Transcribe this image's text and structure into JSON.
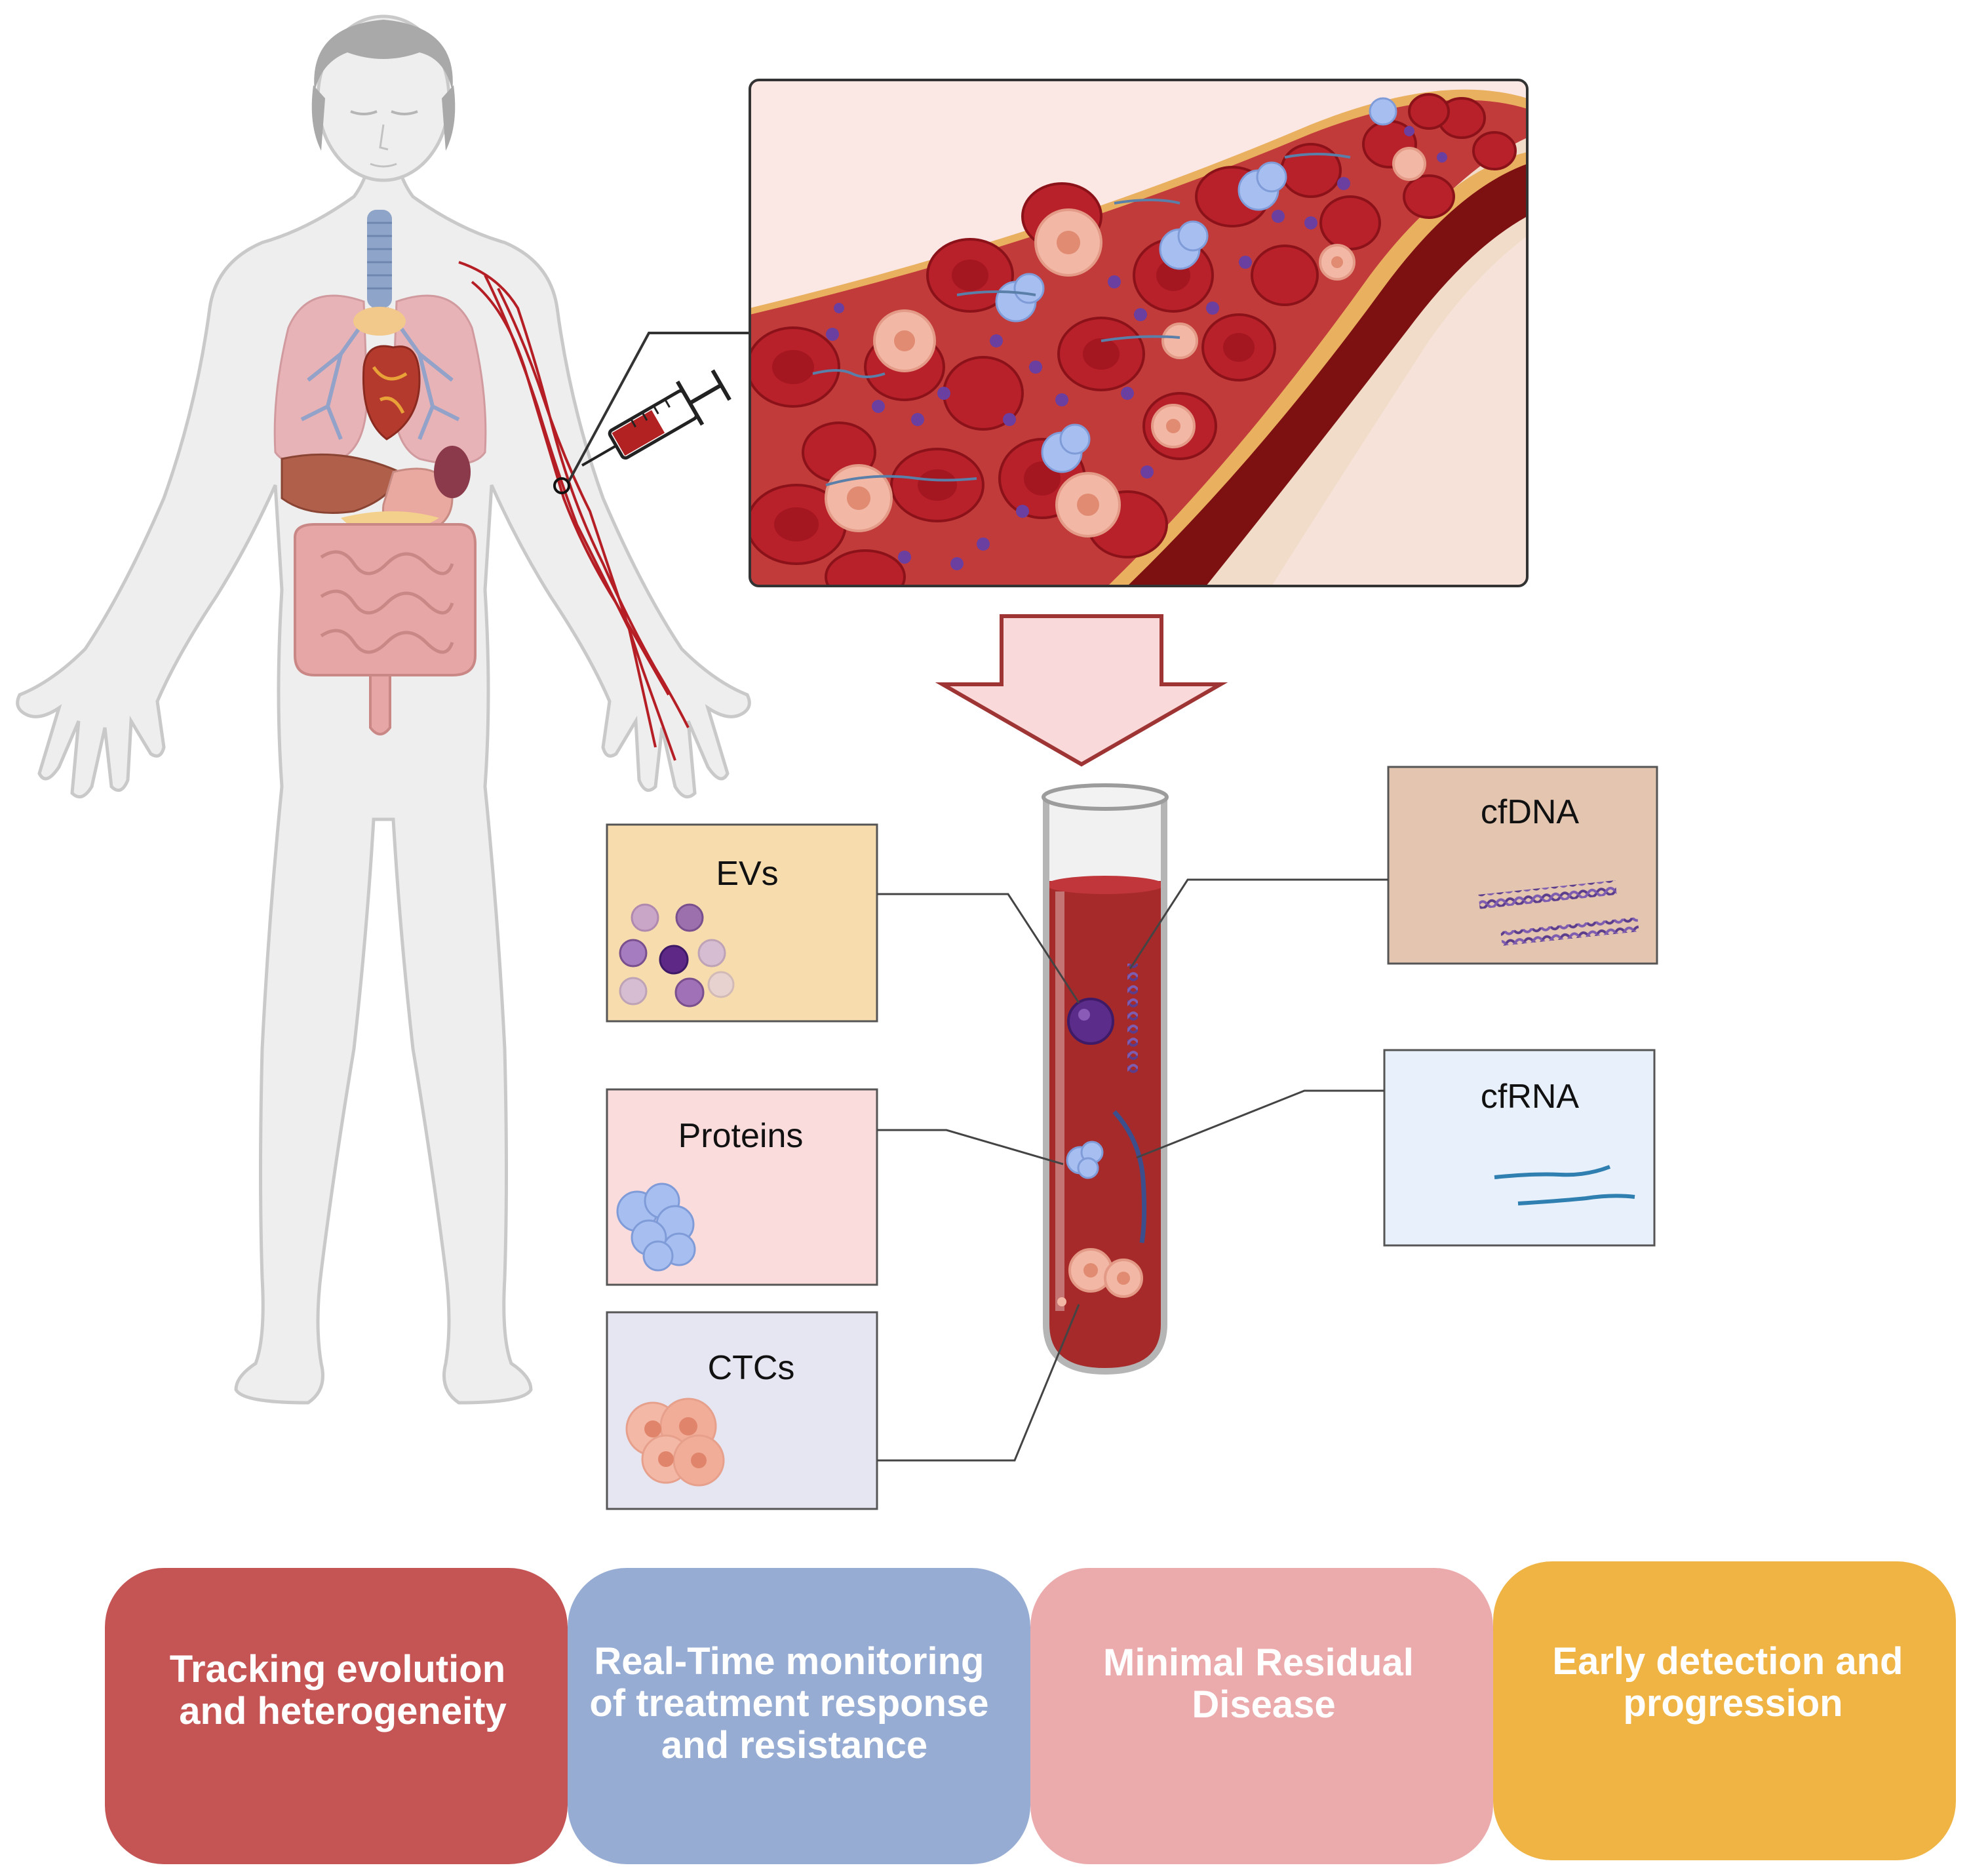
{
  "colors": {
    "tile_tracking": "#c55555",
    "tile_monitoring": "#97acd3",
    "tile_mrd": "#ebabad",
    "tile_early": "#efb443",
    "evs_box": "#f7dcae",
    "proteins_box": "#fadcdc",
    "ctcs_box": "#e6e6f3",
    "cfdna_box": "#e3c5b0",
    "cfrna_box": "#e8f1fb",
    "blood": "#a62a2a",
    "arrow_fill": "#f9d9d9",
    "arrow_stroke": "#9e3434"
  },
  "icons": {
    "human_body": "human-body-with-organs-icon",
    "syringe": "blood-syringe-icon",
    "tube": "blood-collection-tube-icon"
  },
  "components": {
    "evs": "EVs",
    "proteins": "Proteins",
    "ctcs": "CTCs",
    "cfdna": "cfDNA",
    "cfrna": "cfRNA"
  },
  "applications": [
    {
      "line1": "Tracking evolution",
      "line2": "and heterogeneity",
      "line3": ""
    },
    {
      "line1": "Real-Time monitoring",
      "line2": "of treatment response",
      "line3": "and resistance"
    },
    {
      "line1": "Minimal Residual",
      "line2": "Disease",
      "line3": ""
    },
    {
      "line1": "Early detection and",
      "line2": "progression",
      "line3": ""
    }
  ]
}
